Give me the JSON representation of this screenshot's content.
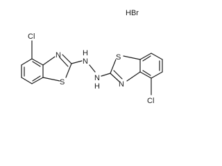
{
  "molecule": {
    "salt": "HBr",
    "left_unit": {
      "chloro": "Cl",
      "ring_n": "N",
      "ring_s": "S",
      "link_n": "N",
      "link_h": "H"
    },
    "right_unit": {
      "chloro": "Cl",
      "ring_n": "N",
      "ring_s": "S",
      "link_n": "N",
      "link_h": "H"
    }
  }
}
